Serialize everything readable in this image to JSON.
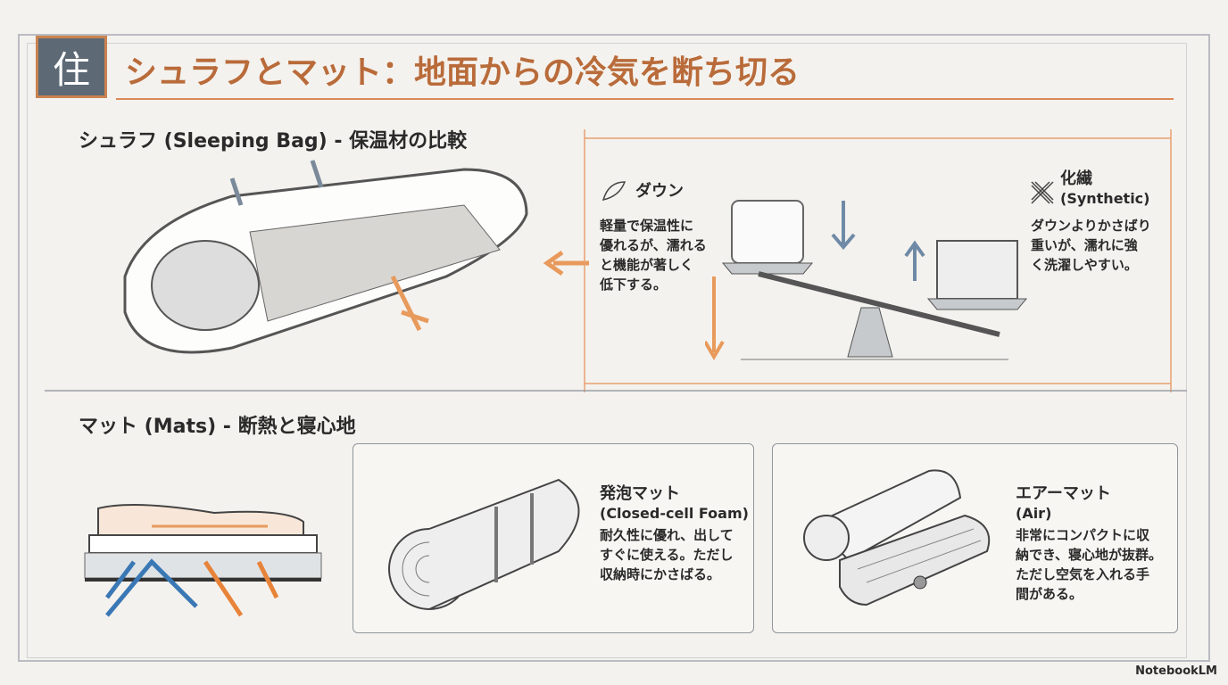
{
  "header": {
    "badge": "住",
    "title": "シュラフとマット：地面からの冷気を断ち切る"
  },
  "sleeping_bag": {
    "heading": "シュラフ (Sleeping Bag) - 保温材の比較",
    "down": {
      "title": "ダウン",
      "lines": [
        "軽量で保温性に",
        "優れるが、濡れる",
        "と機能が著しく",
        "低下する。"
      ]
    },
    "synthetic": {
      "title": "化繊",
      "subtitle": "(Synthetic)",
      "lines": [
        "ダウンよりかさばり",
        "重いが、濡れに強",
        "く洗濯しやすい。"
      ]
    }
  },
  "mats": {
    "heading": "マット (Mats) - 断熱と寝心地",
    "foam": {
      "title": "発泡マット",
      "subtitle": "(Closed-cell Foam)",
      "lines": [
        "耐久性に優れ、出して",
        "すぐに使える。ただし",
        "収納時にかさばる。"
      ]
    },
    "air": {
      "title": "エアーマット",
      "subtitle": "(Air)",
      "lines": [
        "非常にコンパクトに収",
        "納でき、寝心地が抜群。",
        "ただし空気を入れる手",
        "間がある。"
      ]
    }
  },
  "footer": {
    "brand": "NotebookLM"
  },
  "colors": {
    "accent": "#d98a55",
    "title": "#b96b3a",
    "badge": "#5d6975",
    "blue": "#3a78b5"
  }
}
